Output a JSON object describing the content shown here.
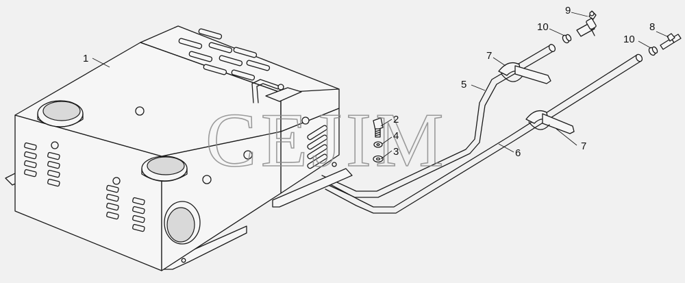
{
  "watermark": "CEJIM",
  "callouts": [
    {
      "id": "1",
      "label": "1"
    },
    {
      "id": "2",
      "label": "2"
    },
    {
      "id": "3",
      "label": "3"
    },
    {
      "id": "4",
      "label": "4"
    },
    {
      "id": "5",
      "label": "5"
    },
    {
      "id": "6",
      "label": "6"
    },
    {
      "id": "7a",
      "label": "7"
    },
    {
      "id": "7b",
      "label": "7"
    },
    {
      "id": "8",
      "label": "8"
    },
    {
      "id": "9",
      "label": "9"
    },
    {
      "id": "10a",
      "label": "10"
    },
    {
      "id": "10b",
      "label": "10"
    }
  ]
}
